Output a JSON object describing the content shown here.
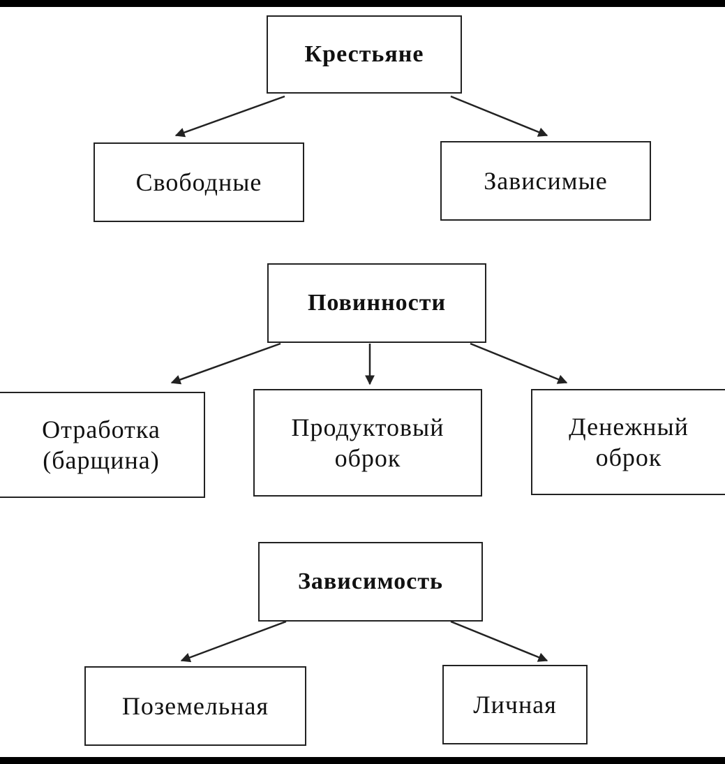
{
  "colors": {
    "background": "#ffffff",
    "frame": "#000000",
    "line": "#222222",
    "text": "#111111"
  },
  "diagram": {
    "groups": [
      {
        "root": "Крестьяне",
        "children": [
          "Свободные",
          "Зависимые"
        ]
      },
      {
        "root": "Повинности",
        "children": [
          [
            "Отработка",
            "(барщина)"
          ],
          [
            "Продуктовый",
            "оброк"
          ],
          [
            "Денежный",
            "оброк"
          ]
        ]
      },
      {
        "root": "Зависимость",
        "children": [
          "Поземельная",
          "Личная"
        ]
      }
    ]
  }
}
